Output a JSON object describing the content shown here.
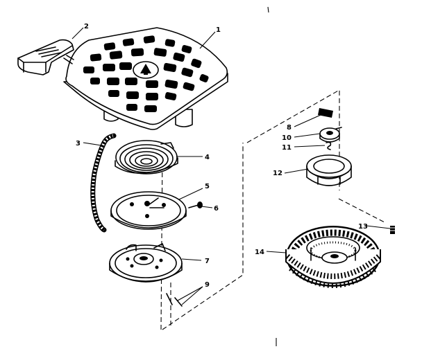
{
  "callouts": [
    {
      "id": "p1",
      "label": "1"
    },
    {
      "id": "p2",
      "label": "2"
    },
    {
      "id": "p3",
      "label": "3"
    },
    {
      "id": "p4",
      "label": "4"
    },
    {
      "id": "p5",
      "label": "5"
    },
    {
      "id": "p6",
      "label": "6"
    },
    {
      "id": "p7",
      "label": "7"
    },
    {
      "id": "p8",
      "label": "8"
    },
    {
      "id": "p9",
      "label": "9"
    },
    {
      "id": "p10",
      "label": "10"
    },
    {
      "id": "p11",
      "label": "11"
    },
    {
      "id": "p12",
      "label": "12"
    },
    {
      "id": "p13",
      "label": "13"
    },
    {
      "id": "p14",
      "label": "14"
    }
  ]
}
